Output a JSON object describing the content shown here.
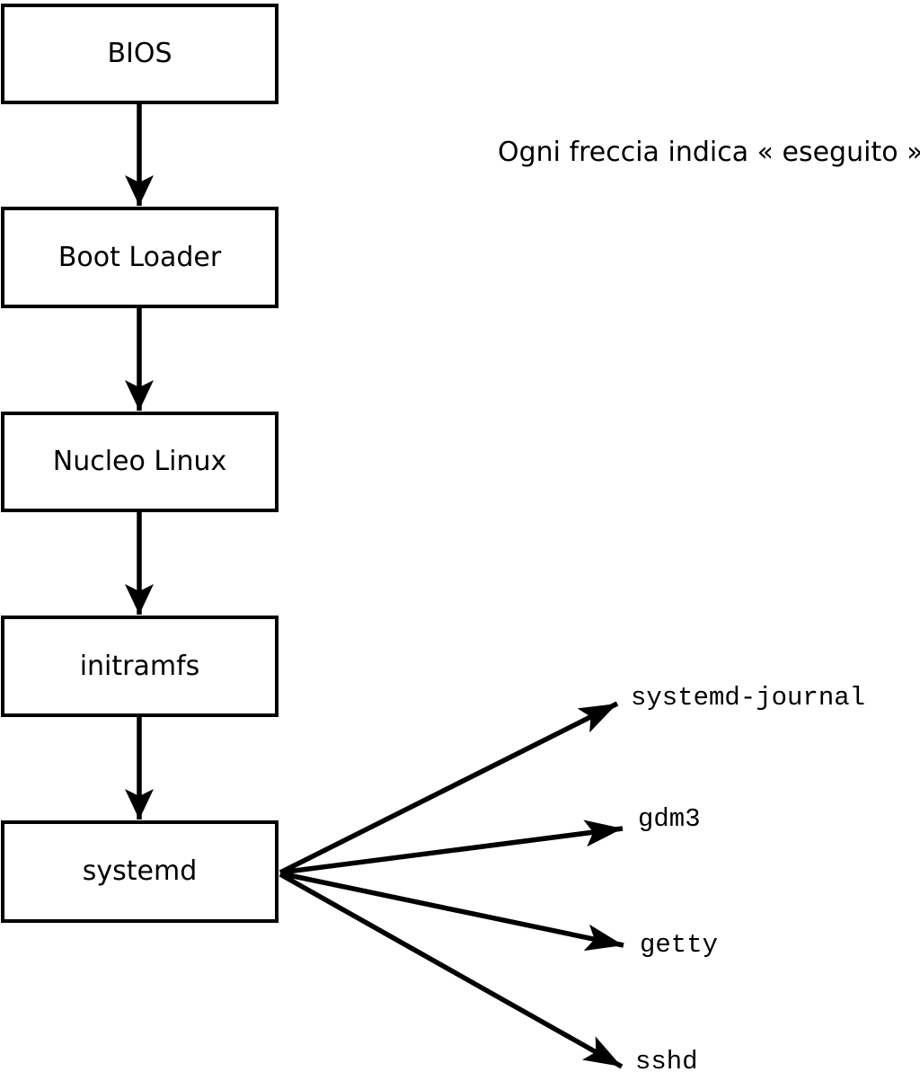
{
  "diagram": {
    "caption": "Ogni freccia indica « eseguito ».",
    "boot_chain": [
      {
        "id": "bios",
        "label": "BIOS"
      },
      {
        "id": "boot-loader",
        "label": "Boot Loader"
      },
      {
        "id": "kernel",
        "label": "Nucleo Linux"
      },
      {
        "id": "initramfs",
        "label": "initramfs"
      },
      {
        "id": "systemd",
        "label": "systemd"
      }
    ],
    "spawned_processes": [
      {
        "id": "systemd-journal",
        "label": "systemd-journal"
      },
      {
        "id": "gdm3",
        "label": "gdm3"
      },
      {
        "id": "getty",
        "label": "getty"
      },
      {
        "id": "sshd",
        "label": "sshd"
      }
    ],
    "colors": {
      "foreground": "#000000",
      "background": "#ffffff"
    }
  }
}
